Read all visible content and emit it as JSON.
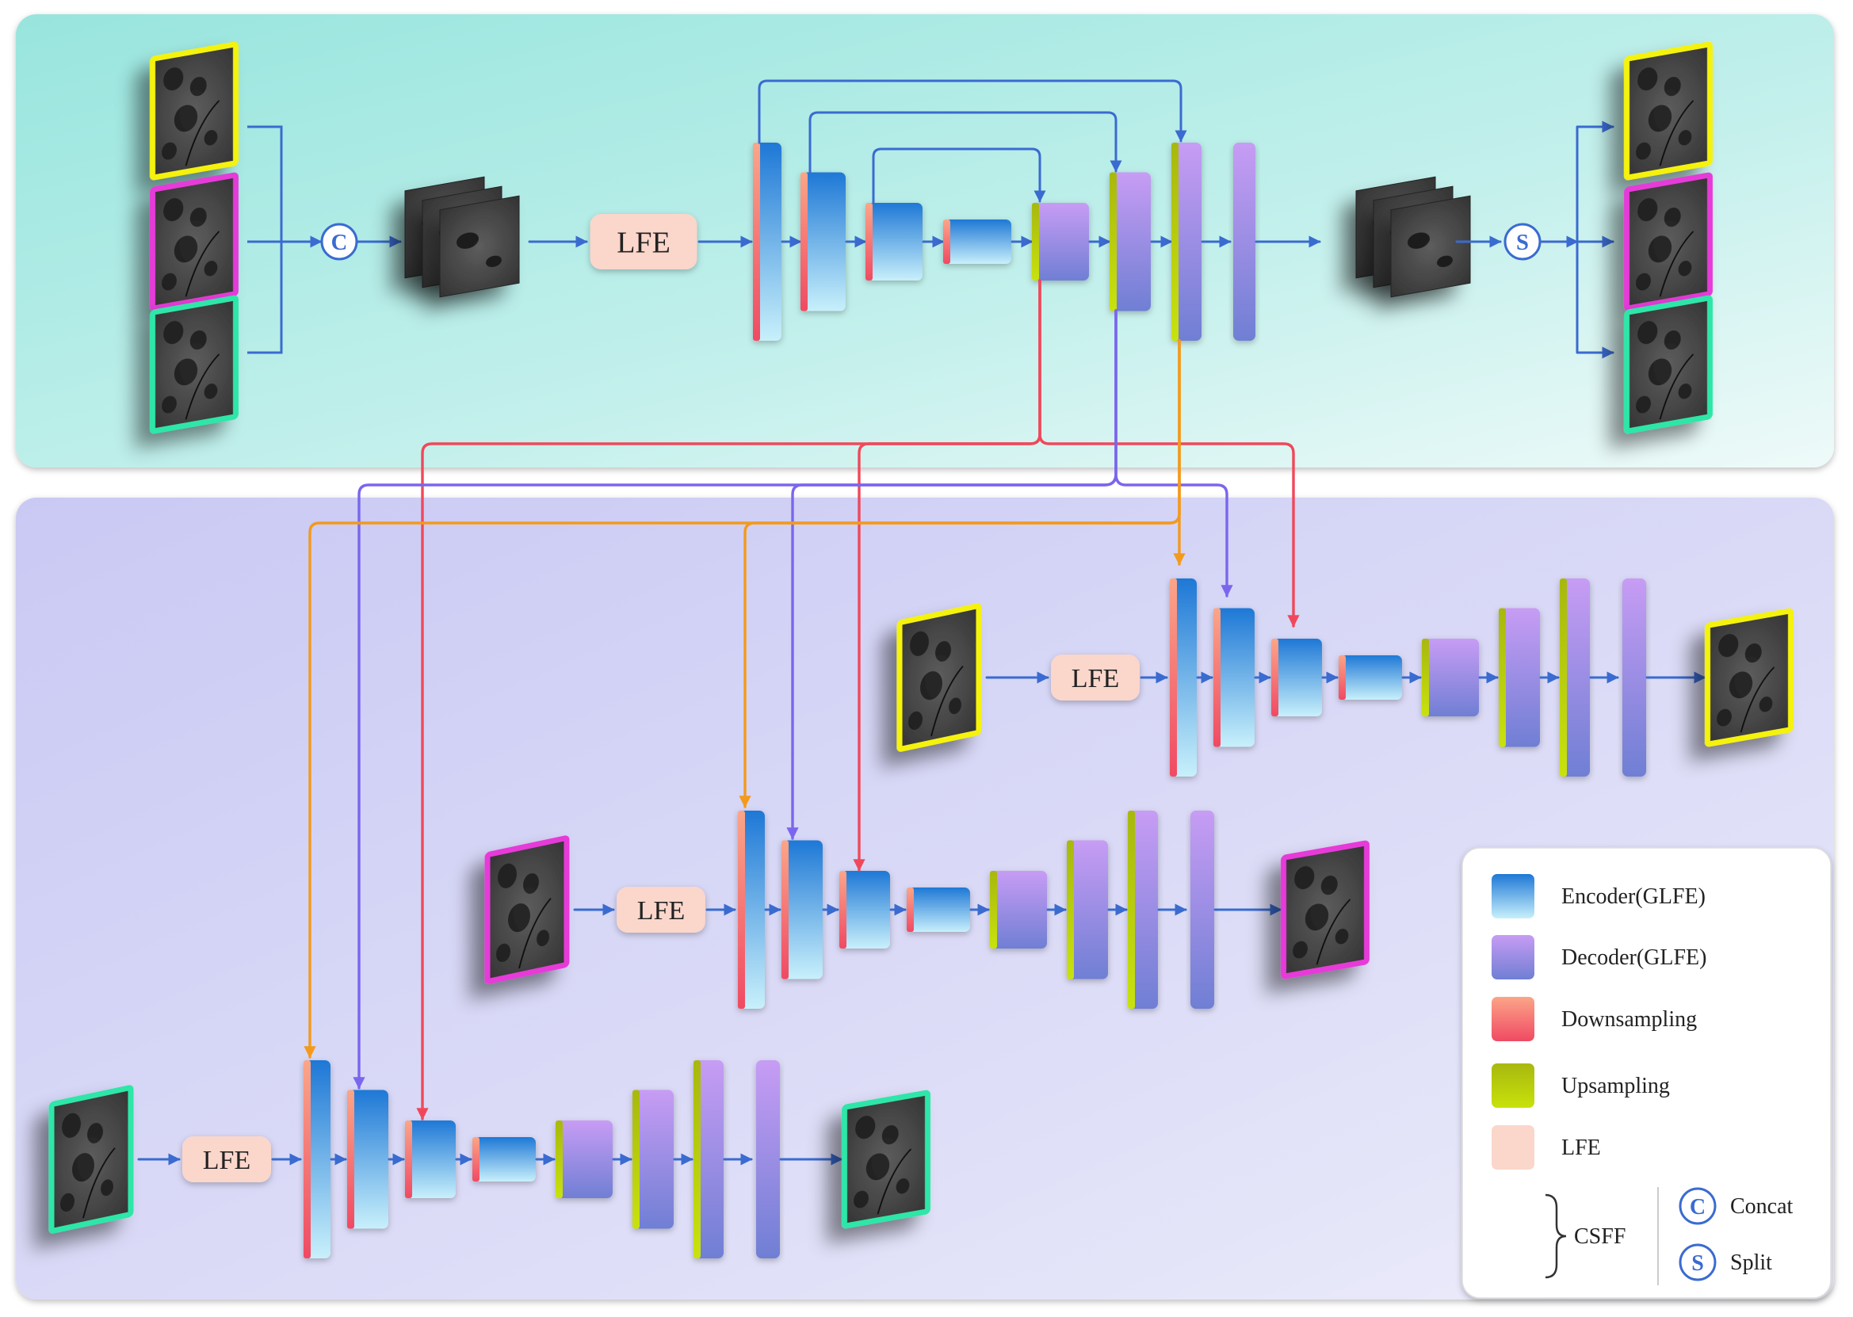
{
  "diagram": {
    "lfe_label": "LFE",
    "concat_symbol": "C",
    "split_symbol": "S",
    "branches": [
      "yellow",
      "magenta",
      "green"
    ],
    "legend": {
      "encoder": "Encoder(GLFE)",
      "decoder": "Decoder(GLFE)",
      "downsampling": "Downsampling",
      "upsampling": "Upsampling",
      "lfe": "LFE",
      "csff": "CSFF",
      "concat": "Concat",
      "split": "Split"
    }
  },
  "colors": {
    "top_panel": "#b6ece8",
    "bottom_panel": "#d9d9f8",
    "frame_yellow": "#f5f20c",
    "frame_magenta": "#e63ad8",
    "frame_green": "#2ee6a8",
    "arrow_blue": "#3a6bd0",
    "csff_red": "#f0485a",
    "csff_purple": "#7a66ee",
    "csff_orange": "#f39a1c",
    "lfe_fill": "#fbd6cb"
  }
}
